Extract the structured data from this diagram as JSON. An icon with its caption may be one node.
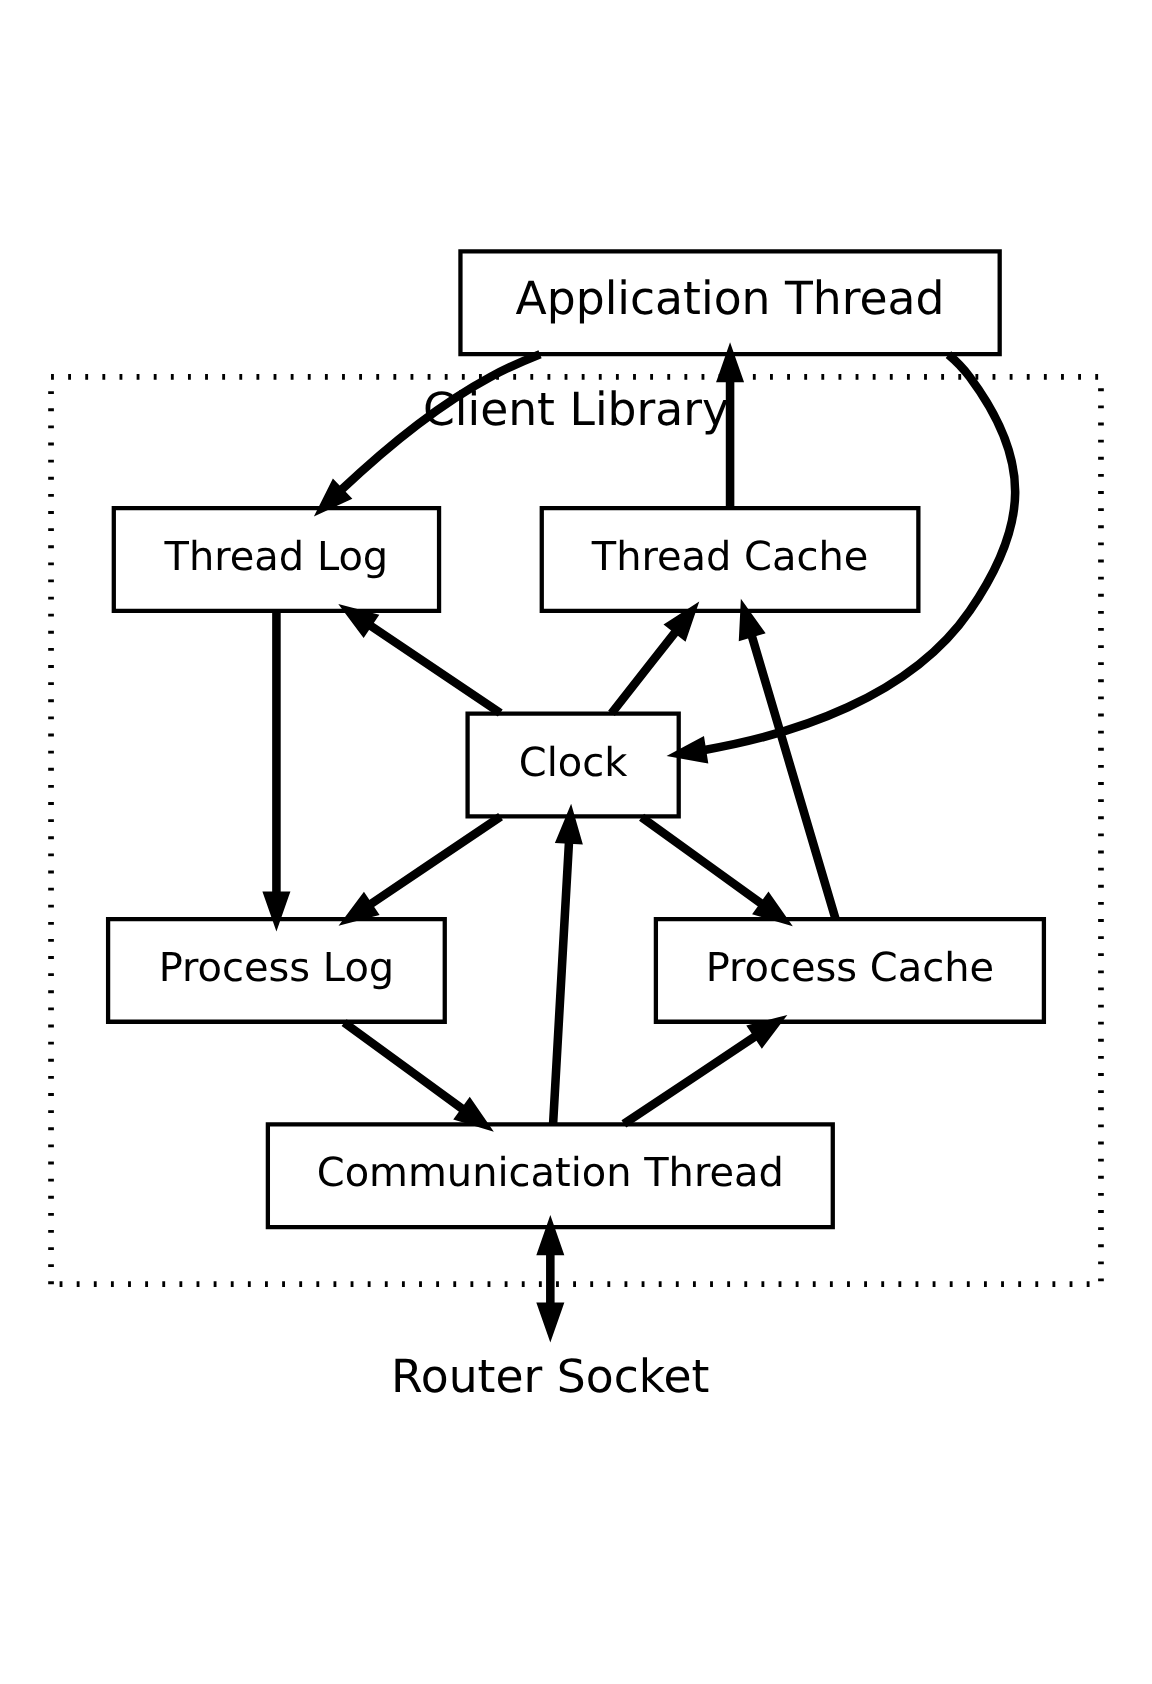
{
  "diagram": {
    "nodes": [
      {
        "text": [
          "Application Thread"
        ]
      },
      {
        "text": [
          "Client Library"
        ]
      },
      {
        "text": [
          "Thread Cache"
        ],
        "in": 1
      },
      {
        "text": [
          "Thread Log"
        ],
        "in": 1
      },
      {
        "text": [
          "Clock"
        ],
        "in": 1
      },
      {
        "text": [
          "Process Cache"
        ],
        "in": 1
      },
      {
        "text": [
          "Process Log"
        ],
        "in": 1
      },
      {
        "text": [
          "Communication Thread"
        ],
        "in": 1
      },
      {
        "text": [
          "Router Socket"
        ]
      }
    ],
    "edges": [
      {
        "from": 2,
        "to": 0,
        "arrow": "to"
      },
      {
        "from": 0,
        "to": 3,
        "arrow": "to"
      },
      {
        "from": 0,
        "to": 4,
        "arrow": "to"
      },
      {
        "from": 4,
        "to": 2,
        "arrow": "to"
      },
      {
        "from": 4,
        "to": 3,
        "arrow": "to"
      },
      {
        "from": 4,
        "to": 5,
        "arrow": "to"
      },
      {
        "from": 4,
        "to": 6,
        "arrow": "to"
      },
      {
        "from": 5,
        "to": 2,
        "arrow": "to"
      },
      {
        "from": 3,
        "to": 6,
        "arrow": "to"
      },
      {
        "from": 7,
        "to": 5,
        "arrow": "to"
      },
      {
        "from": 7,
        "to": 4,
        "arrow": "to"
      },
      {
        "from": 6,
        "to": 7,
        "arrow": "to"
      },
      {
        "from": 7,
        "to": 8,
        "arrow": "both"
      }
    ]
  }
}
